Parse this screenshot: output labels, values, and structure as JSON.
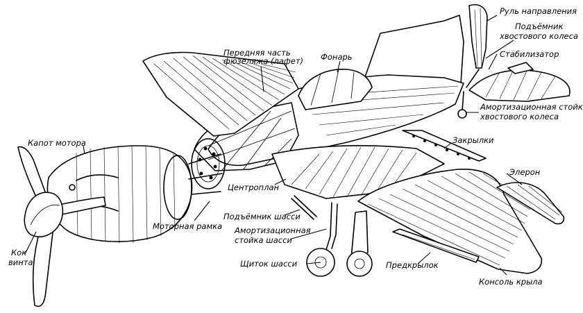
{
  "labels": {
    "rudder": "Руль направления",
    "tail_retract_1": "Подъёмник",
    "tail_retract_2": "хвостового колеса",
    "stabilizer": "Стабилизатор",
    "fuselage_front_1": "Передняя часть",
    "fuselage_front_2": "фюзеляжа (лафет)",
    "canopy": "Фонарь",
    "tail_strut_1": "Амортизационная стойка",
    "tail_strut_2": "хвостового колеса",
    "cowling": "Капот мотора",
    "flaps": "Закрылки",
    "center_section": "Центроплан",
    "aileron": "Элерон",
    "gear_retract": "Подъёмник шасси",
    "gear_strut_1": "Амортизационная",
    "gear_strut_2": "стойка шасси",
    "engine_mount": "Моторная рамка",
    "spinner_1": "Кок",
    "spinner_2": "винта",
    "gear_door": "Щиток шасси",
    "slat": "Предкрылок",
    "wing_panel": "Консоль крыла"
  }
}
